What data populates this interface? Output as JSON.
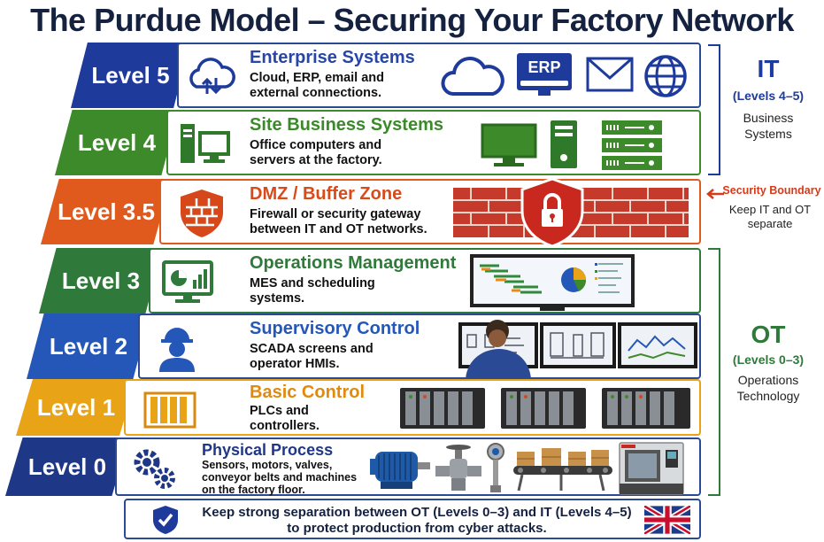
{
  "title": "The Purdue Model – Securing Your Factory Network",
  "levels": [
    {
      "label": "Level 5",
      "title": "Enterprise Systems",
      "desc": "Cloud, ERP, email and external connections.",
      "color": "#1e3a9b",
      "icons": [
        "cloud-sync-icon",
        "cloud-icon",
        "erp-icon",
        "mail-icon",
        "globe-icon"
      ],
      "erp": "ERP"
    },
    {
      "label": "Level 4",
      "title": "Site Business Systems",
      "desc": "Office computers and servers at the factory.",
      "color": "#3d8a2a",
      "icons": [
        "office-computer-icon",
        "monitor-icon",
        "tower-icon",
        "server-rack-icon"
      ]
    },
    {
      "label": "Level 3.5",
      "title": "DMZ / Buffer Zone",
      "desc": "Firewall or security gateway between IT and OT networks.",
      "color": "#e05a1e",
      "icons": [
        "firewall-shield-icon",
        "brick-wall-icon",
        "lock-shield-icon"
      ]
    },
    {
      "label": "Level 3",
      "title": "Operations Management",
      "desc": "MES and scheduling systems.",
      "color": "#2f7a3a",
      "icons": [
        "dashboard-monitor-icon",
        "mes-screen-icon"
      ]
    },
    {
      "label": "Level 2",
      "title": "Supervisory Control",
      "desc": "SCADA screens and operator HMIs.",
      "color": "#2557b8",
      "icons": [
        "operator-icon",
        "scada-workstation-icon"
      ]
    },
    {
      "label": "Level 1",
      "title": "Basic Control",
      "desc": "PLCs and controllers.",
      "color": "#e8a316",
      "icons": [
        "plc-icon",
        "plc-rack-icon"
      ]
    },
    {
      "label": "Level 0",
      "title": "Physical Process",
      "desc": "Sensors, motors, valves, conveyor belts and machines on the factory floor.",
      "color": "#1e3786",
      "icons": [
        "gears-icon",
        "motor-icon",
        "valve-icon",
        "sensor-icon",
        "conveyor-icon",
        "cnc-machine-icon"
      ]
    }
  ],
  "side": {
    "it": {
      "heading": "IT",
      "levels": "(Levels 4–5)",
      "desc": "Business Systems"
    },
    "boundary": {
      "heading": "Security Boundary",
      "desc": "Keep IT and OT separate"
    },
    "ot": {
      "heading": "OT",
      "levels": "(Levels 0–3)",
      "desc": "Operations Technology"
    }
  },
  "footer": {
    "text": "Keep strong separation between OT (Levels 0–3) and IT (Levels 4–5) to protect production from cyber attacks.",
    "icons": [
      "shield-check-icon",
      "uk-flag-icon"
    ]
  },
  "colors": {
    "navy": "#14213f",
    "it_blue": "#1e3a9b",
    "boundary_red": "#d63a1a",
    "ot_green": "#2f7a3a"
  }
}
